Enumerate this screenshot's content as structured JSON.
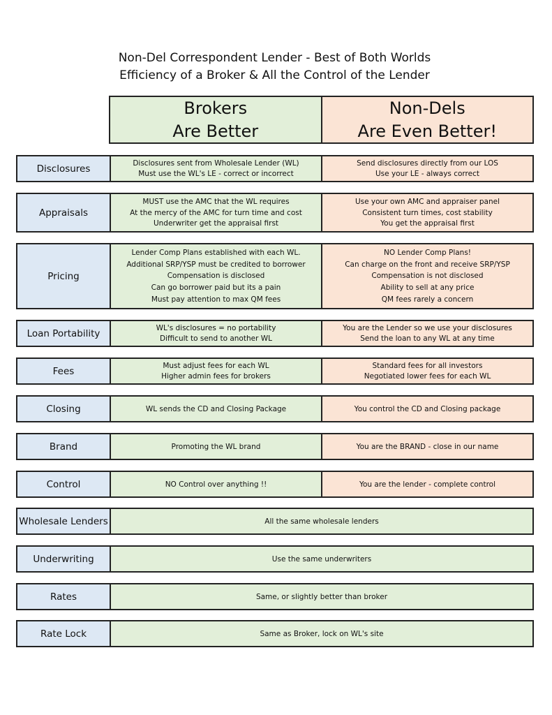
{
  "title": {
    "line1": "Non-Del Correspondent Lender - Best of Both Worlds",
    "line2": "Efficiency of a Broker & All the Control of the Lender"
  },
  "header": {
    "brokers": [
      "Brokers",
      "Are Better"
    ],
    "nondels": [
      "Non-Dels",
      "Are Even Better!"
    ]
  },
  "rows": [
    {
      "label": "Disclosures",
      "brokers": [
        "Disclosures sent from Wholesale Lender (WL)",
        "Must use the WL's LE - correct or incorrect"
      ],
      "nondels": [
        "Send disclosures directly from our LOS",
        "Use your LE - always correct"
      ]
    },
    {
      "label": "Appraisals",
      "brokers": [
        "MUST use the AMC that the WL requires",
        "At the mercy of the AMC for turn time and cost",
        "Underwriter get the appraisal first"
      ],
      "nondels": [
        "Use your own AMC and appraiser panel",
        "Consistent turn times, cost stability",
        "You get the appraisal first"
      ]
    },
    {
      "label": "Pricing",
      "brokers": [
        "Lender Comp Plans established with each WL.",
        "Additional SRP/YSP must be credited to borrower",
        "Compensation is disclosed",
        "Can go borrower paid but its a pain",
        "Must pay attention to max QM fees"
      ],
      "nondels": [
        "NO Lender Comp Plans!",
        "Can charge on the front and receive SRP/YSP",
        "Compensation is not disclosed",
        "Ability to sell at any price",
        "QM fees rarely a concern"
      ]
    },
    {
      "label": "Loan Portability",
      "brokers": [
        "WL's disclosures = no portability",
        "Difficult to send to another WL"
      ],
      "nondels": [
        "You are the Lender so we use your disclosures",
        "Send the loan to any WL at any time"
      ]
    },
    {
      "label": "Fees",
      "brokers": [
        "Must adjust fees for each WL",
        "Higher admin fees for brokers"
      ],
      "nondels": [
        "Standard fees for all investors",
        "Negotiated lower fees for each WL"
      ]
    },
    {
      "label": "Closing",
      "brokers": [
        "WL sends the CD and Closing Package"
      ],
      "nondels": [
        "You control the CD and Closing package"
      ]
    },
    {
      "label": "Brand",
      "brokers": [
        "Promoting the WL brand"
      ],
      "nondels": [
        "You are the BRAND - close in our name"
      ]
    },
    {
      "label": "Control",
      "brokers": [
        "NO Control over anything !!"
      ],
      "nondels": [
        "You are the lender - complete control"
      ]
    }
  ],
  "shared_rows": [
    {
      "label": "Wholesale Lenders",
      "text": "All the same wholesale lenders"
    },
    {
      "label": "Underwriting",
      "text": "Use the same underwriters"
    },
    {
      "label": "Rates",
      "text": "Same, or slightly better than broker"
    },
    {
      "label": "Rate Lock",
      "text": "Same as Broker, lock on WL's site"
    }
  ]
}
